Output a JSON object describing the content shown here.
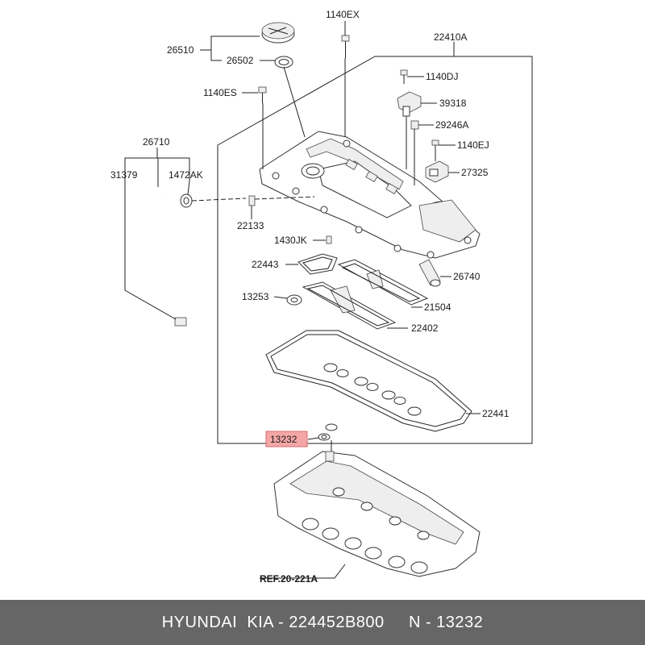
{
  "callouts": {
    "c1140EX": "1140EX",
    "c22410A": "22410A",
    "c26510": "26510",
    "c26502": "26502",
    "c1140DJ": "1140DJ",
    "c1140ES": "1140ES",
    "c39318": "39318",
    "c29246A": "29246A",
    "c26710": "26710",
    "c1140EJ": "1140EJ",
    "c31379": "31379",
    "c1472AK": "1472AK",
    "c27325": "27325",
    "c22133": "22133",
    "c1430JK": "1430JK",
    "c22443": "22443",
    "c26740": "26740",
    "c13253": "13253",
    "c21504": "21504",
    "c22402": "22402",
    "c22441": "22441",
    "c13232": "13232"
  },
  "highlight_color": "#f4a6a6",
  "reference": "REF.20-221A",
  "footer": "HYUNDAI  KIA - 224452B800     N - 13232"
}
